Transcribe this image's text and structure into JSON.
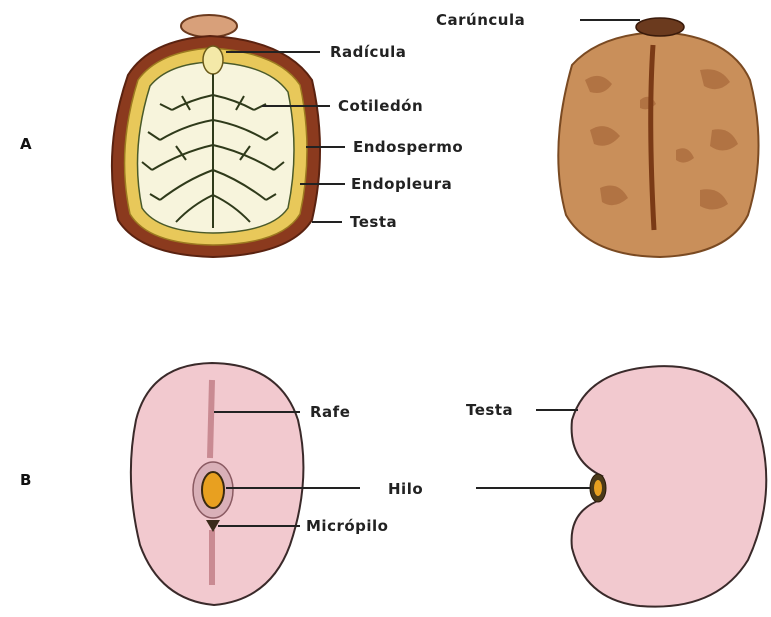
{
  "panel_a": {
    "row_label": "A",
    "section_labels": {
      "radicula": "Radícula",
      "cotiledon": "Cotiledón",
      "endospermo": "Endospermo",
      "endopleura": "Endopleura",
      "testa": "Testa"
    },
    "exterior_labels": {
      "caruncula": "Carúncula"
    }
  },
  "panel_b": {
    "row_label": "B",
    "front_labels": {
      "rafe": "Rafe",
      "hilo": "Hilo",
      "micropilo": "Micrópilo"
    },
    "side_labels": {
      "testa": "Testa"
    }
  },
  "colors": {
    "testa_brown": "#8b3a1e",
    "endosperm_yellow": "#e8c85a",
    "cotyledon_cream": "#f7f4dc",
    "veins": "#2f3a1a",
    "seed_pink": "#f2c9cf",
    "caruncle": "#d8a07a"
  }
}
